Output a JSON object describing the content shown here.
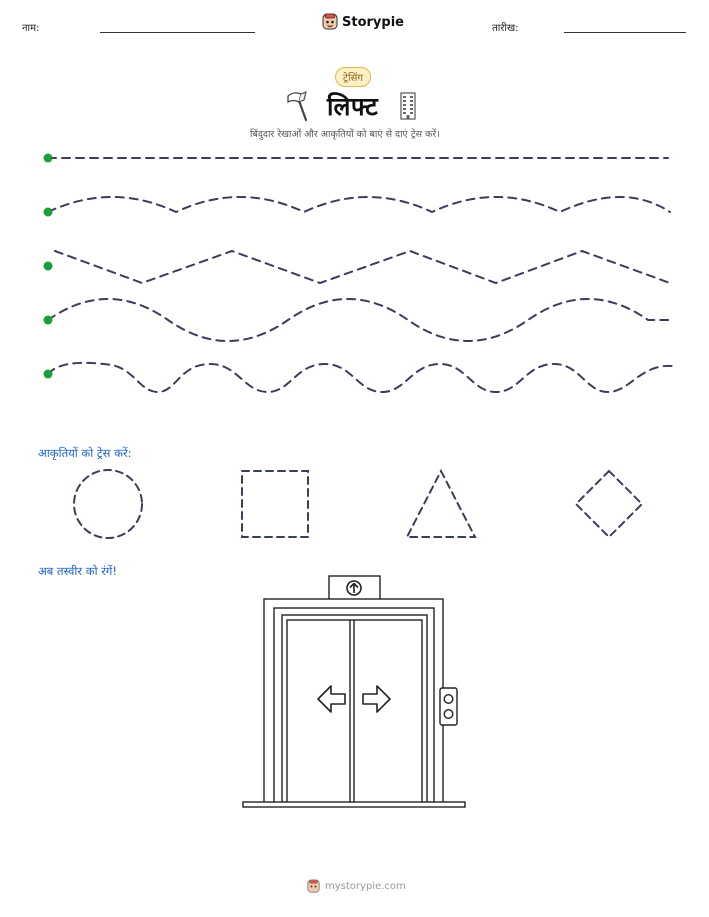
{
  "header": {
    "name_label": "नाम:",
    "date_label": "तारीख:",
    "brand": "Storypie",
    "brand_icon": "storypie-mascot-icon"
  },
  "title_block": {
    "badge": "ट्रेसिंग",
    "title": "लिफ्ट",
    "left_icon": "axe-icon",
    "right_icon": "building-icon",
    "instruction": "बिंदुदार रेखाओं और आकृतियों को बाएं से दाएं ट्रेस करें।"
  },
  "tracing_lines": [
    {
      "kind": "straight"
    },
    {
      "kind": "arc-wave"
    },
    {
      "kind": "zigzag"
    },
    {
      "kind": "sine-wave"
    },
    {
      "kind": "smooth-wave"
    }
  ],
  "shapes_section": {
    "heading": "आकृतियों को ट्रेस करें:",
    "shapes": [
      "circle",
      "square",
      "triangle",
      "diamond"
    ]
  },
  "color_section": {
    "heading": "अब तस्वीर को रंगें!",
    "picture": "elevator"
  },
  "footer": {
    "site": "mystorypie.com"
  },
  "colors": {
    "dash": "#3a3f58",
    "start_dot": "#1f9d3a",
    "section_heading": "#1a62c9",
    "badge_border": "#e2b84a",
    "badge_fill": "#fdf0c7"
  }
}
